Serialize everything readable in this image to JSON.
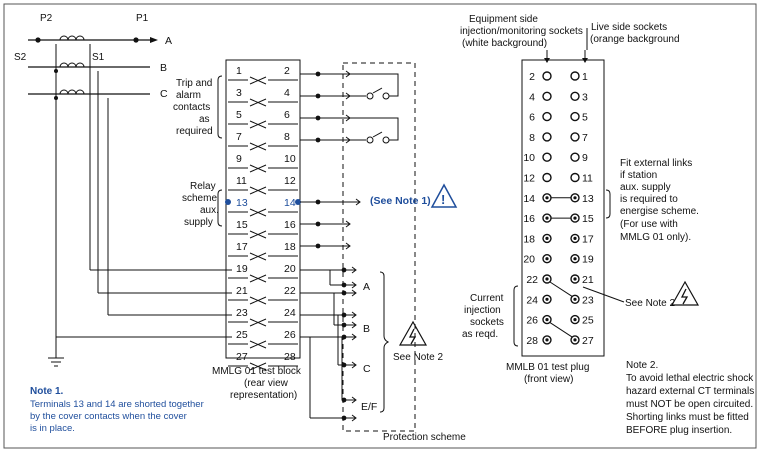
{
  "ct": {
    "p2": "P2",
    "p1": "P1",
    "s2": "S2",
    "s1": "S1",
    "phase_a": "A",
    "phase_b": "B",
    "phase_c": "C"
  },
  "block": {
    "left_terminals": [
      "1",
      "3",
      "5",
      "7",
      "9",
      "11",
      "13",
      "15",
      "17",
      "19",
      "21",
      "23",
      "25",
      "27"
    ],
    "right_terminals": [
      "2",
      "4",
      "6",
      "8",
      "10",
      "12",
      "14",
      "16",
      "18",
      "20",
      "22",
      "24",
      "26",
      "28"
    ],
    "caption": [
      "MMLG 01 test block",
      "(rear view",
      "representation)"
    ]
  },
  "labels": {
    "trip_alarm": [
      "Trip and",
      "alarm",
      "contacts",
      "as",
      "required"
    ],
    "relay_aux": [
      "Relay",
      "scheme",
      "aux.",
      "supply"
    ],
    "see_note1": "(See Note 1)",
    "protection_scheme": "Protection scheme",
    "out_a": "A",
    "out_b": "B",
    "out_c": "C",
    "out_ef": "E/F",
    "see_note2_left": "See Note 2"
  },
  "note1": {
    "title": "Note 1.",
    "lines": [
      "Terminals 13 and 14 are shorted together",
      "by the cover contacts when the cover",
      "is in place."
    ]
  },
  "plug": {
    "equip_header": [
      "Equipment side",
      "injection/monitoring sockets",
      "(white background)"
    ],
    "live_header": [
      "Live side sockets",
      "(orange background"
    ],
    "left_sockets": [
      "2",
      "4",
      "6",
      "8",
      "10",
      "12",
      "14",
      "16",
      "18",
      "20",
      "22",
      "24",
      "26",
      "28"
    ],
    "right_sockets": [
      "1",
      "3",
      "5",
      "7",
      "9",
      "11",
      "13",
      "15",
      "17",
      "19",
      "21",
      "23",
      "25",
      "27"
    ],
    "fit_links": [
      "Fit external links",
      "if station",
      "aux. supply",
      "is required to",
      "energise scheme.",
      "(For use with",
      "MMLG 01 only)."
    ],
    "current_injection": [
      "Current",
      "injection",
      "sockets",
      "as reqd."
    ],
    "see_note2": "See Note 2",
    "caption": [
      "MMLB 01 test plug",
      "(front view)"
    ]
  },
  "note2": {
    "lines": [
      "Note 2.",
      "To avoid lethal electric shock",
      "hazard external CT terminals",
      "must NOT be open circuited.",
      "Shorting links must be fitted",
      "BEFORE plug insertion."
    ]
  }
}
